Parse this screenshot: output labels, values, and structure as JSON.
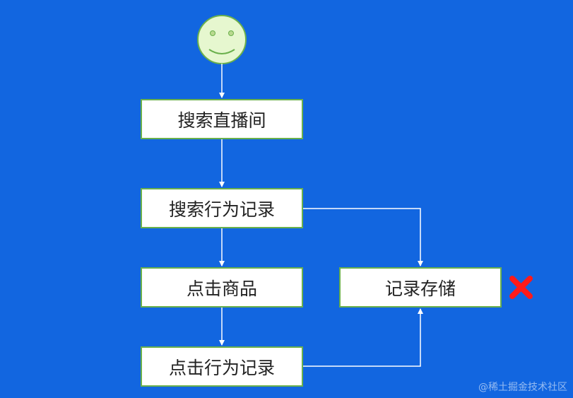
{
  "nodes": {
    "search_live_room": "搜索直播间",
    "search_behavior_record": "搜索行为记录",
    "click_product": "点击商品",
    "click_behavior_record": "点击行为记录",
    "record_storage": "记录存储"
  },
  "watermark": "@稀土掘金技术社区",
  "icons": {
    "start": "smiley-face-icon",
    "status": "red-cross-icon"
  },
  "colors": {
    "background": "#1266e0",
    "node_border": "#6ab04c",
    "smiley_fill": "#e6f7cf",
    "cross": "#ff1a1a",
    "arrow": "#ffffff"
  }
}
